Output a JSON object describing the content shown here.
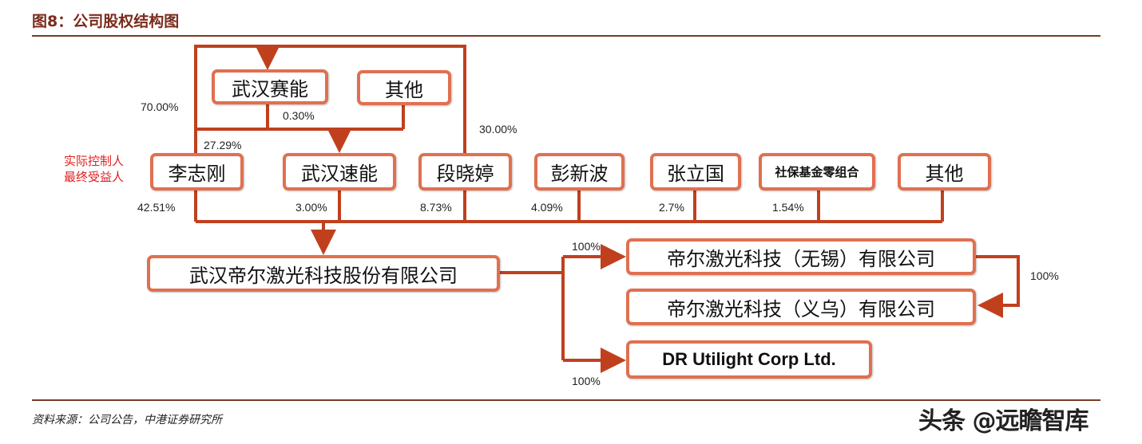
{
  "title": "图8：公司股权结构图",
  "controller_label": [
    "实际控制人",
    "最终受益人"
  ],
  "top": {
    "wuhan_saineng": "武汉赛能",
    "others": "其他"
  },
  "shareholders": [
    {
      "name": "李志刚",
      "pct": "42.51%"
    },
    {
      "name": "武汉速能",
      "pct": "3.00%"
    },
    {
      "name": "段晓婷",
      "pct": "8.73%"
    },
    {
      "name": "彭新波",
      "pct": "4.09%"
    },
    {
      "name": "张立国",
      "pct": "2.7%"
    },
    {
      "name": "社保基金零组合",
      "pct": "1.54%"
    },
    {
      "name": "其他",
      "pct": ""
    }
  ],
  "upper_pcts": {
    "li_to_saineng": "70.00%",
    "others_to_suneng": "0.30%",
    "li_to_suneng": "27.29%",
    "duan_to_saineng": "30.00%"
  },
  "company": "武汉帝尔激光科技股份有限公司",
  "subsidiaries": [
    {
      "name": "帝尔激光科技（无锡）有限公司",
      "pct": "100%"
    },
    {
      "name": "帝尔激光科技（义乌）有限公司",
      "pct": "100%"
    },
    {
      "name": "DR Utilight Corp Ltd.",
      "pct": "100%"
    }
  ],
  "source": "资料来源：公司公告，中港证券研究所",
  "watermark": "头条 @远瞻智库",
  "colors": {
    "line": "#c0401e",
    "box_border": "#e07050",
    "title": "#7a2b1c"
  }
}
